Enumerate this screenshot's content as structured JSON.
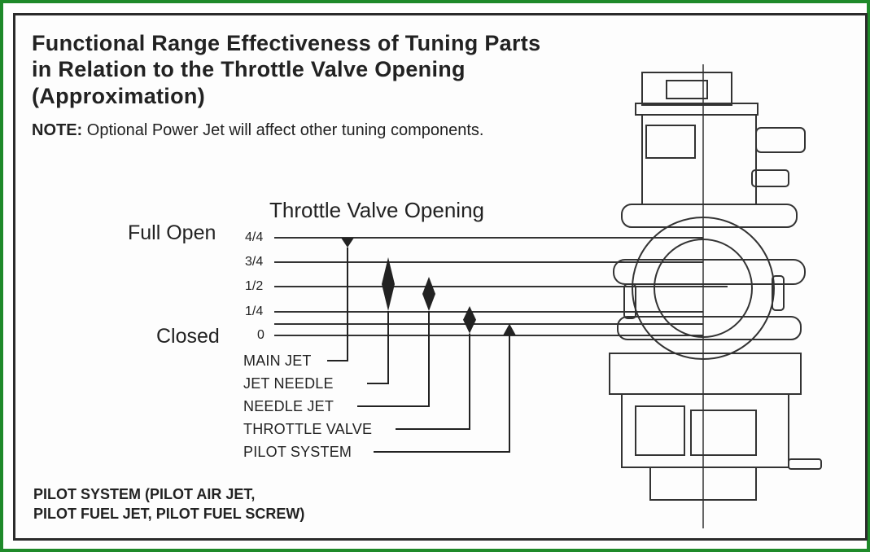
{
  "title": {
    "line1": "Functional Range Effectiveness of Tuning Parts",
    "line2": "in Relation to the Throttle Valve Opening",
    "line3": "(Approximation)"
  },
  "note": {
    "label": "NOTE:",
    "text": "Optional Power Jet will affect other tuning components."
  },
  "diagram": {
    "axis_title": "Throttle Valve Opening",
    "full_open_label": "Full Open",
    "closed_label": "Closed",
    "ticks": [
      "4/4",
      "3/4",
      "1/2",
      "1/4",
      "0"
    ],
    "parts": [
      {
        "name": "MAIN JET",
        "range_from": 0.9,
        "range_to": 1.0
      },
      {
        "name": "JET NEEDLE",
        "range_from": 0.25,
        "range_to": 0.8
      },
      {
        "name": "NEEDLE JET",
        "range_from": 0.25,
        "range_to": 0.6
      },
      {
        "name": "THROTTLE VALVE",
        "range_from": 0.02,
        "range_to": 0.3
      },
      {
        "name": "PILOT SYSTEM",
        "range_from": 0.0,
        "range_to": 0.12
      }
    ]
  },
  "footnote": {
    "line1": "PILOT SYSTEM   (PILOT AIR JET,",
    "line2": "PILOT FUEL JET, PILOT FUEL SCREW)"
  }
}
